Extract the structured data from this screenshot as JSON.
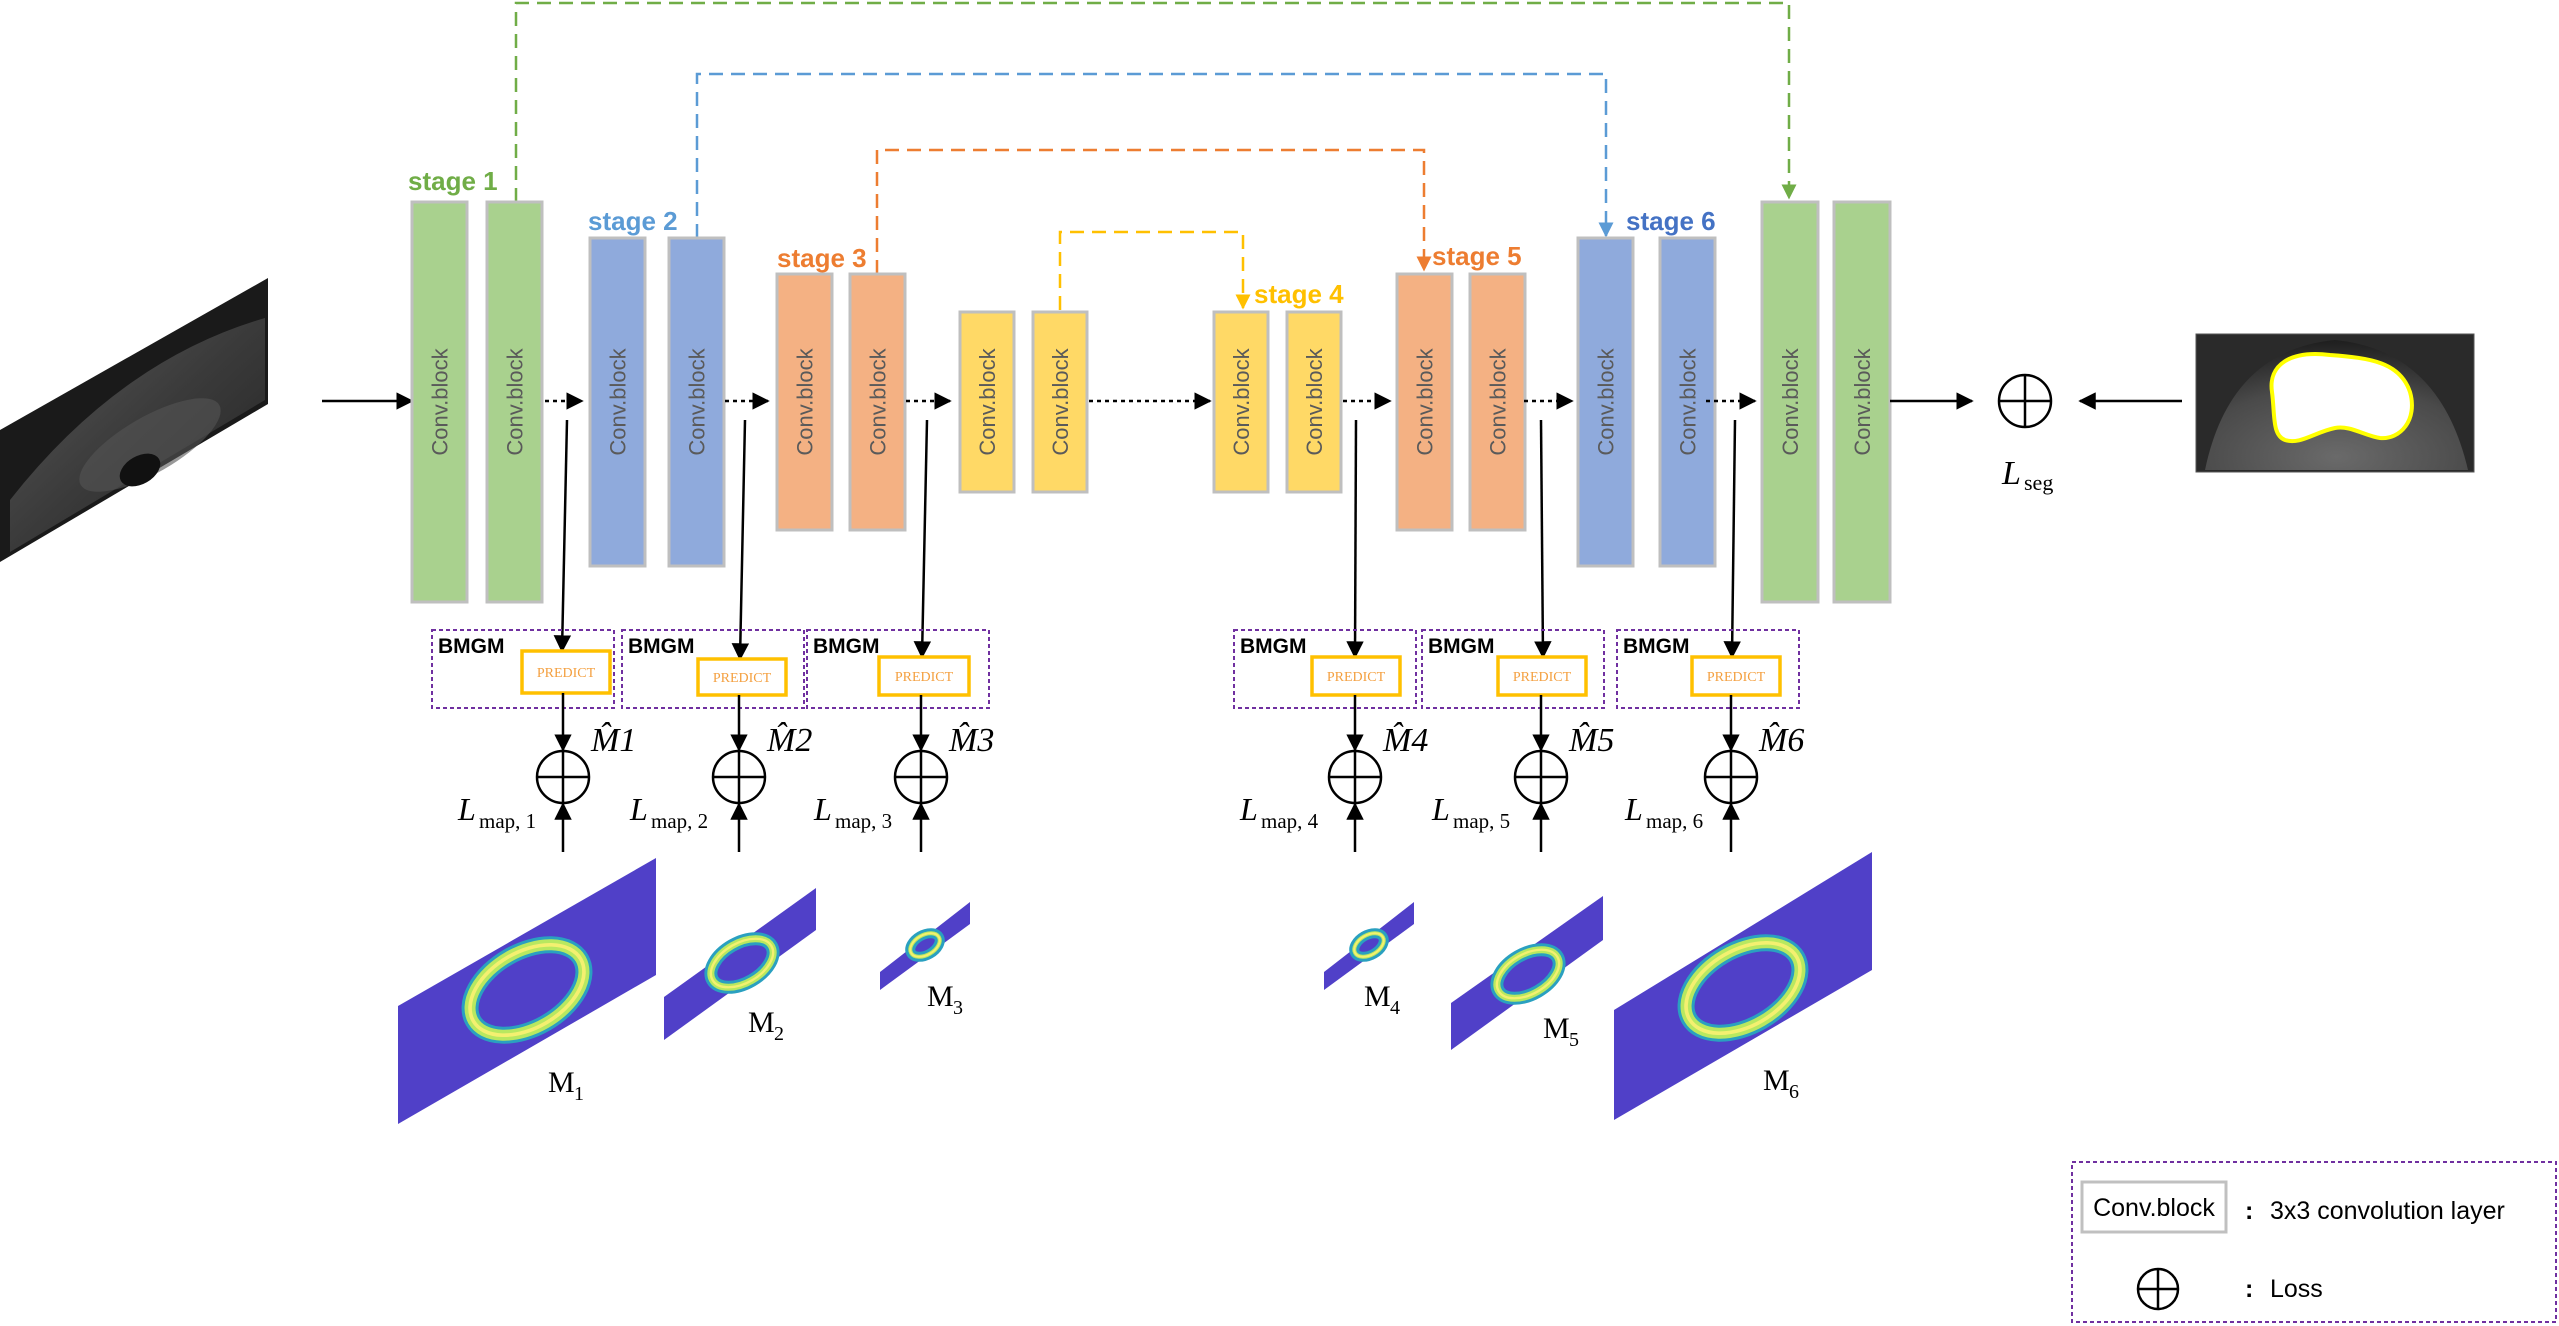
{
  "conv_block_label": "Conv.block",
  "stages": [
    {
      "label": "stage 1",
      "color": "#70ad47",
      "fill": "#a9d18e"
    },
    {
      "label": "stage 2",
      "color": "#5b9bd5",
      "fill": "#8faadc"
    },
    {
      "label": "stage 3",
      "color": "#ed7d31",
      "fill": "#f4b183"
    },
    {
      "label": "stage 4",
      "color": "#ffc000",
      "fill": "#ffd966"
    },
    {
      "label": "stage 5",
      "color": "#ed7d31",
      "fill": "#f4b183"
    },
    {
      "label": "stage 6",
      "color": "#4472c4",
      "fill": "#8faadc"
    }
  ],
  "bmgm": {
    "label": "BMGM",
    "predict": "PREDICT",
    "border_color": "#7030a0",
    "predict_color": "#ffc000"
  },
  "predicted_maps": [
    "M̂1",
    "M̂2",
    "M̂3",
    "M̂4",
    "M̂5",
    "M̂6"
  ],
  "map_losses": [
    {
      "L": "L",
      "sub": "map, 1"
    },
    {
      "L": "L",
      "sub": "map, 2"
    },
    {
      "L": "L",
      "sub": "map, 3"
    },
    {
      "L": "L",
      "sub": "map, 4"
    },
    {
      "L": "L",
      "sub": "map, 5"
    },
    {
      "L": "L",
      "sub": "map, 6"
    }
  ],
  "gt_maps": [
    {
      "M": "M",
      "sub": "1"
    },
    {
      "M": "M",
      "sub": "2"
    },
    {
      "M": "M",
      "sub": "3"
    },
    {
      "M": "M",
      "sub": "4"
    },
    {
      "M": "M",
      "sub": "5"
    },
    {
      "M": "M",
      "sub": "6"
    }
  ],
  "seg_loss": {
    "L": "L",
    "sub": "seg"
  },
  "map_color": "#5040c8",
  "legend": {
    "conv_text": "Conv.block",
    "conv_desc": "3x3 convolution layer",
    "loss_desc": "Loss",
    "separator": ":"
  }
}
